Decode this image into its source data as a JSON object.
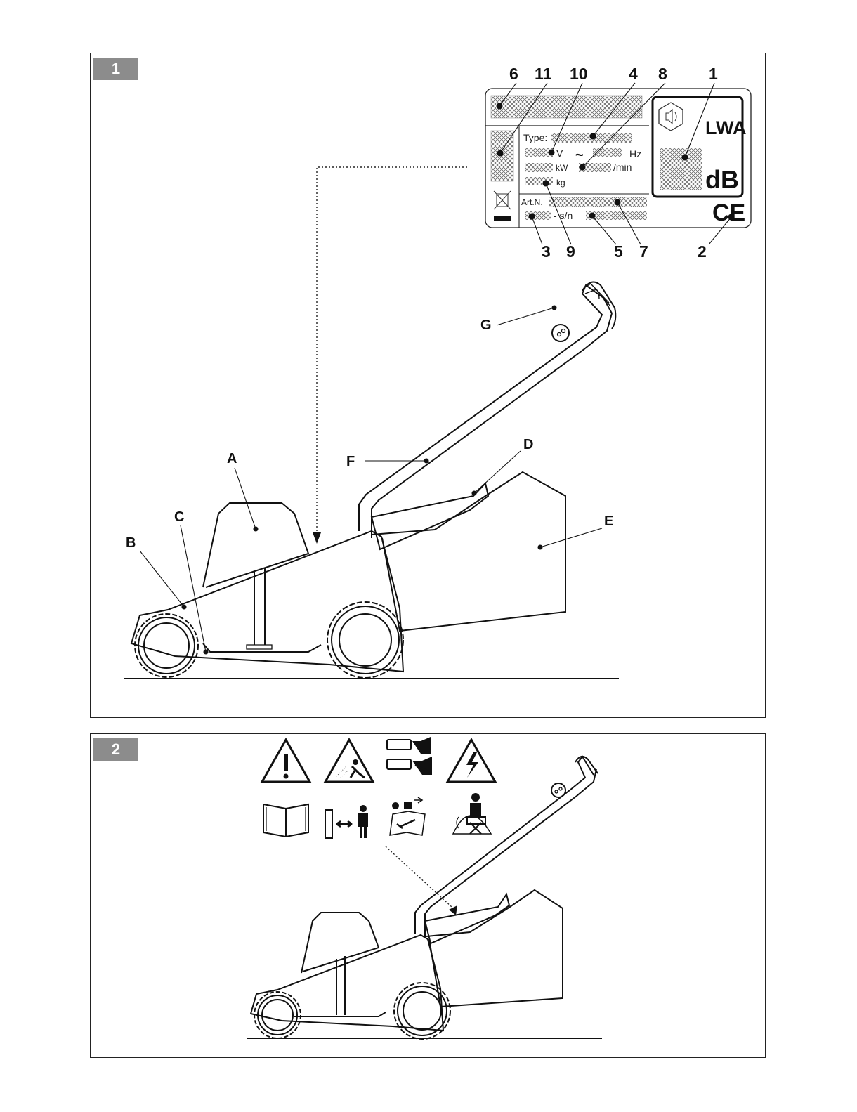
{
  "figures": [
    {
      "number": "1"
    },
    {
      "number": "2"
    }
  ],
  "rating_plate": {
    "type_label": "Type:",
    "volt_unit": "V",
    "ac_symbol": "~",
    "hz_unit": "Hz",
    "kw_unit": "kW",
    "rpm_unit": "/min",
    "kg_unit": "kg",
    "article_label": "Art.N.",
    "serial_label": "- s/n",
    "sound_label": "LWA",
    "db_label": "dB",
    "ce_mark": "CE"
  },
  "plate_callouts_top": [
    "6",
    "11",
    "10",
    "4",
    "8",
    "1"
  ],
  "plate_callouts_bottom": [
    "3",
    "9",
    "5",
    "7",
    "2"
  ],
  "part_callouts": {
    "A": "A",
    "B": "B",
    "C": "C",
    "D": "D",
    "E": "E",
    "F": "F",
    "G": "G"
  },
  "warning_symbols": [
    {
      "icon": "warning-exclamation-icon"
    },
    {
      "icon": "thrown-objects-warning-icon"
    },
    {
      "icon": "blade-hand-foot-warning-icon"
    },
    {
      "icon": "electric-shock-warning-icon"
    },
    {
      "icon": "read-manual-icon"
    },
    {
      "icon": "keep-distance-icon"
    },
    {
      "icon": "unplug-before-maintenance-icon"
    },
    {
      "icon": "cable-away-from-blade-icon"
    }
  ]
}
